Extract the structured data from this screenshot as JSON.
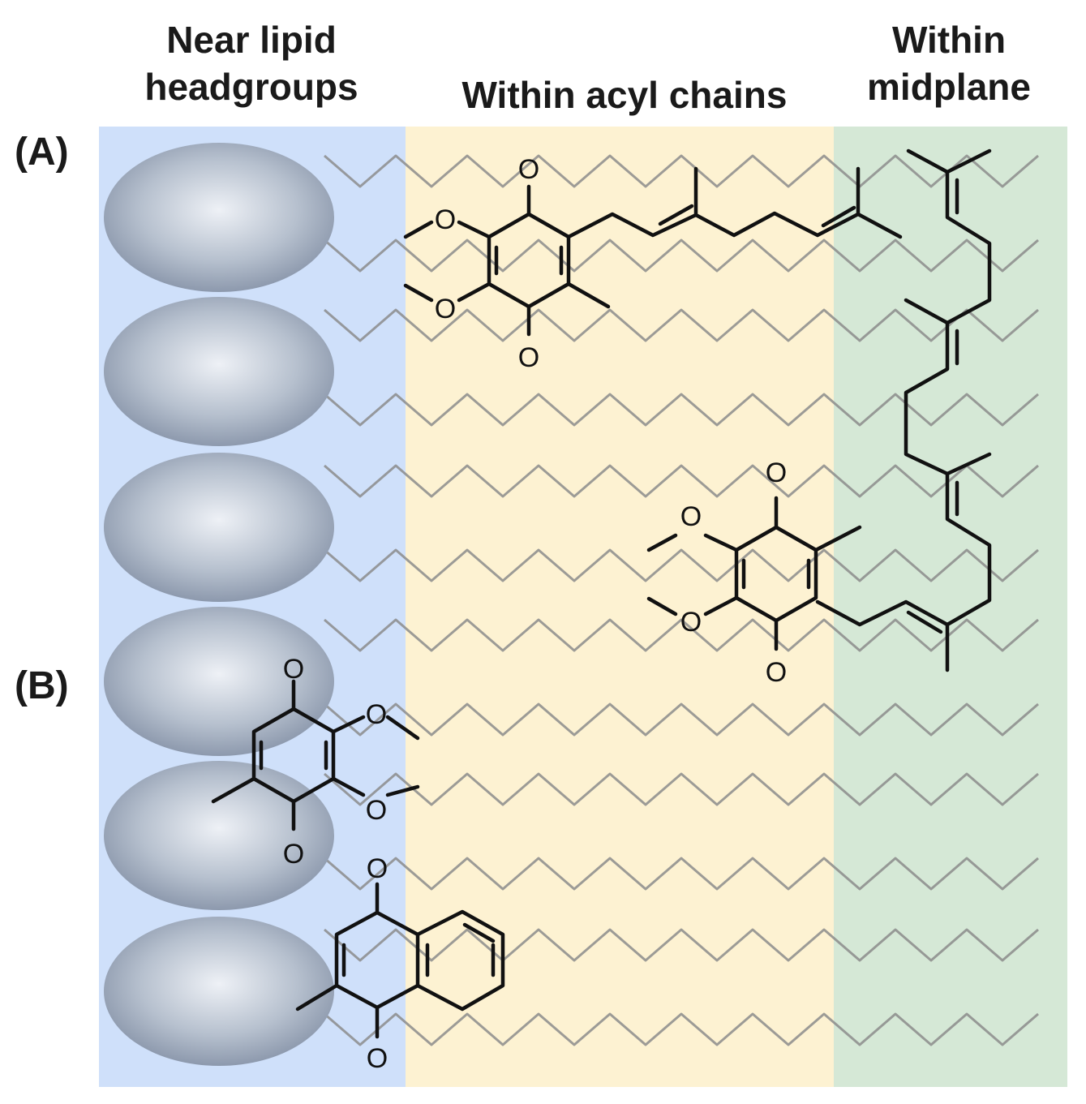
{
  "headers": {
    "near_headgroups": "Near lipid headgroups",
    "within_acyl_chains": "Within acyl chains",
    "within_midplane": "Within midplane"
  },
  "labels": {
    "a": "(A)",
    "b": "(B)"
  },
  "atoms": {
    "oxygen": "O"
  },
  "colors": {
    "headgroup_region": "#cfe0fa",
    "acyl_region": "#fdf2d2",
    "midplane_region": "#d5e8d6",
    "headgroup_fill_center": "#e9edf4",
    "headgroup_fill_edge": "#8a97ab",
    "acyl_chain": "#8f8f8f",
    "molecule": "#111111"
  }
}
